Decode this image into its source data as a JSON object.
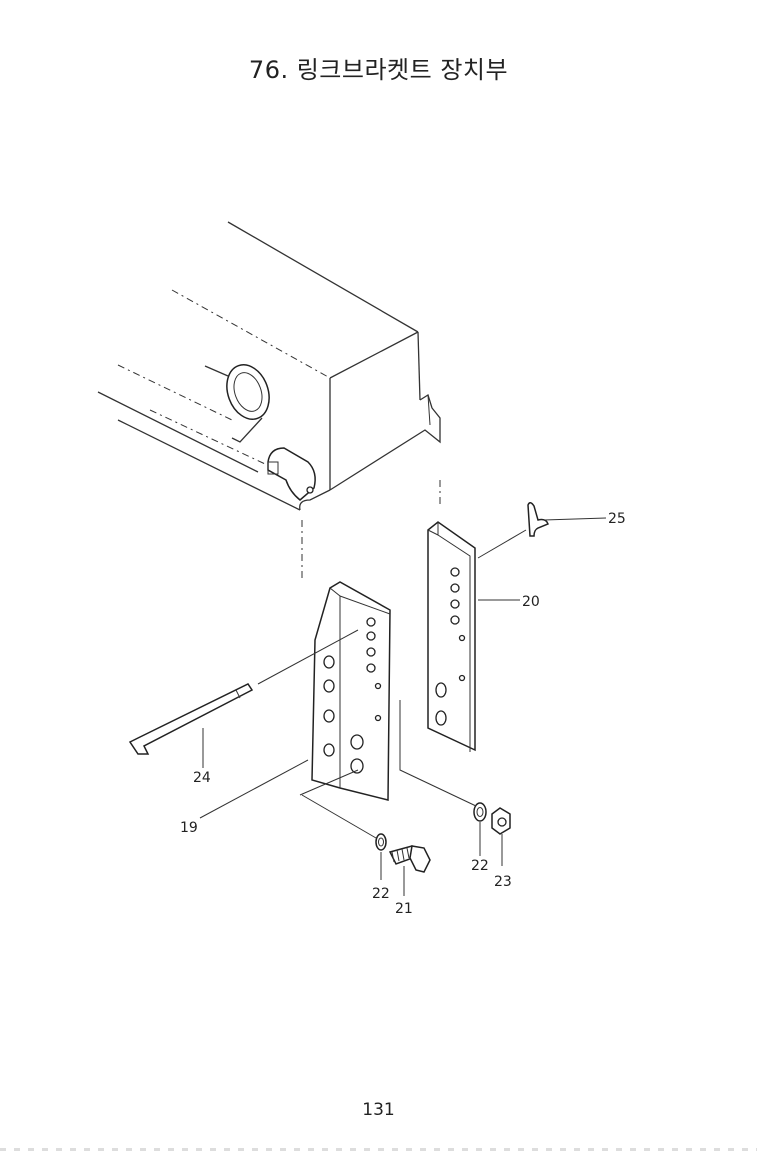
{
  "title": "76. 링크브라켓트 장치부",
  "page_number": "131",
  "callouts": {
    "c19": "19",
    "c20": "20",
    "c21": "21",
    "c22a": "22",
    "c22b": "22",
    "c23": "23",
    "c24": "24",
    "c25": "25"
  }
}
